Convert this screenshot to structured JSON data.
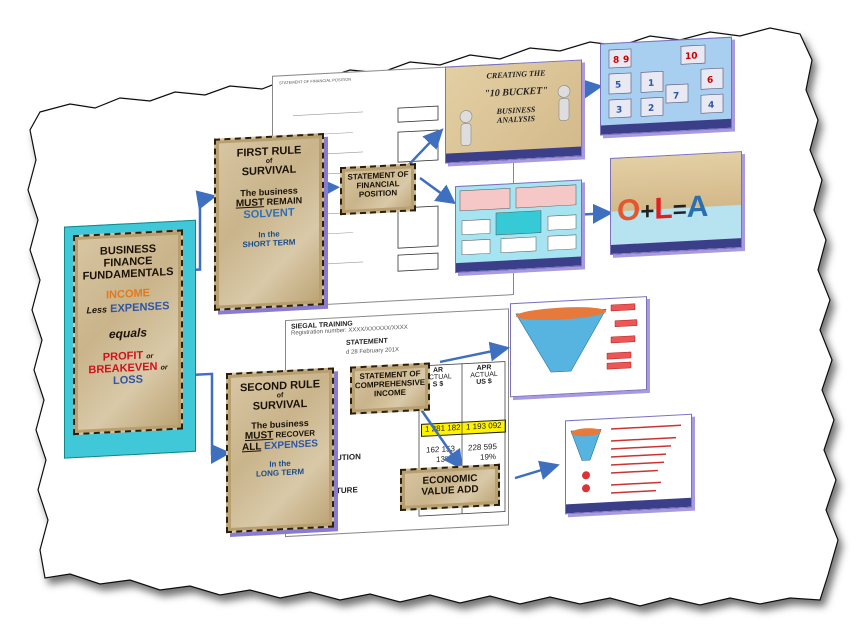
{
  "main_card": {
    "line1": "BUSINESS FINANCE",
    "line2": "FUNDAMENTALS",
    "income": "INCOME",
    "less": "Less",
    "expenses": "EXPENSES",
    "equals": "equals",
    "profit": "PROFIT",
    "or1": "or",
    "breakeven": "BREAKEVEN",
    "or2": "or",
    "loss": "LOSS"
  },
  "first_rule": {
    "title1": "FIRST RULE",
    "of": "of",
    "title2": "SURVIVAL",
    "line1": "The business",
    "must": "MUST",
    "remain": "REMAIN",
    "solvent": "SOLVENT",
    "in_the": "In the",
    "term": "SHORT TERM"
  },
  "second_rule": {
    "title1": "SECOND RULE",
    "of": "of",
    "title2": "SURVIVAL",
    "line1": "The business",
    "must": "MUST",
    "recover": "RECOVER",
    "all": "ALL",
    "expenses": "EXPENSES",
    "in_the": "In the",
    "term": "LONG TERM"
  },
  "statements": {
    "financial_position": [
      "STATEMENT OF",
      "FINANCIAL",
      "POSITION"
    ],
    "comprehensive_income": [
      "STATEMENT OF",
      "COMPREHENSIVE",
      "INCOME"
    ],
    "eva": [
      "ECONOMIC",
      "VALUE ADD"
    ]
  },
  "bucket_slide": {
    "line1": "CREATING THE",
    "line2": "\"10 BUCKET\"",
    "line3": "BUSINESS",
    "line4": "ANALYSIS"
  },
  "equation_slide": {
    "o": "O",
    "plus": "+",
    "l": "L",
    "eq": "=",
    "a": "A"
  },
  "income_doc": {
    "company": "SIEGAL TRAINING",
    "registration": "Registration number:",
    "reg_no": "XXXX/XXXXXX/XXXX",
    "statement": "STATEMENT",
    "period": "d 28 February 201X",
    "col1_head": "AR",
    "col1_sub": "ACTUAL",
    "col1_unit": "S $",
    "col2_head": "APR",
    "col2_sub": "ACTUAL",
    "col2_unit": "US $",
    "v1a": "1 281 182",
    "v1b": "1 193 092",
    "v2a": "162 153",
    "v2b": "228 595",
    "p2a": "13%",
    "p2b": "19%",
    "row_contribution": "IBUTION",
    "row_expenditure": "DITURE"
  },
  "bucket_numbers": [
    "8",
    "9",
    "10",
    "5",
    "1",
    "6",
    "7",
    "3",
    "4",
    "2"
  ],
  "colors": {
    "income": "#e07a1f",
    "expenses": "#2f55a4",
    "profit": "#d0121b",
    "breakeven": "#d0121b",
    "loss": "#2f55a4",
    "solvent": "#2f6fb5",
    "arrow": "#3f6fbf",
    "main_card_bg": "#40c8d8"
  }
}
